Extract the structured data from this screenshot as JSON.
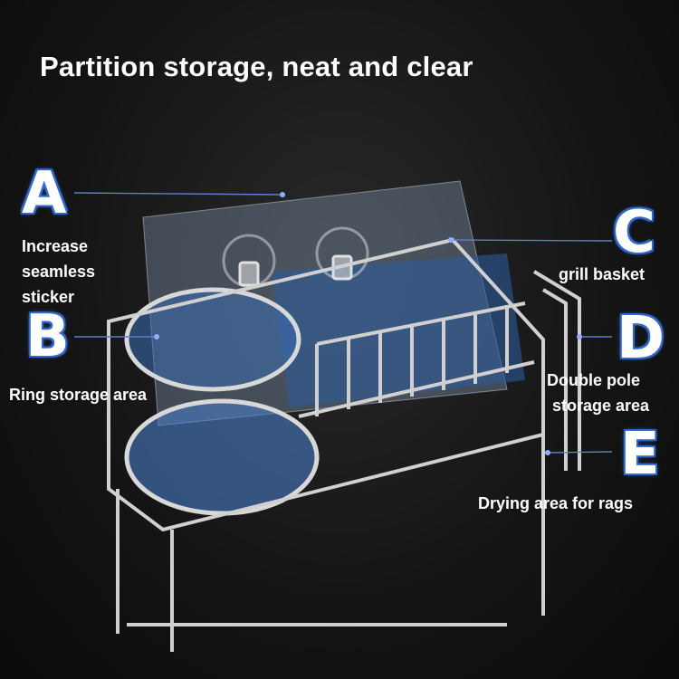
{
  "headline": "Partition storage, neat and clear",
  "callouts": {
    "a": {
      "letter": "A",
      "line1": "Increase",
      "line2": "seamless",
      "line3": "sticker"
    },
    "b": {
      "letter": "B",
      "line1": "Ring storage area"
    },
    "c": {
      "letter": "C",
      "line1": "grill basket"
    },
    "d": {
      "letter": "D",
      "line1": "Double pole",
      "line2": "storage area"
    },
    "e": {
      "letter": "E",
      "line1": "Drying area for rags"
    }
  },
  "colors": {
    "accent": "#2c5fc2",
    "background": "#151515"
  }
}
